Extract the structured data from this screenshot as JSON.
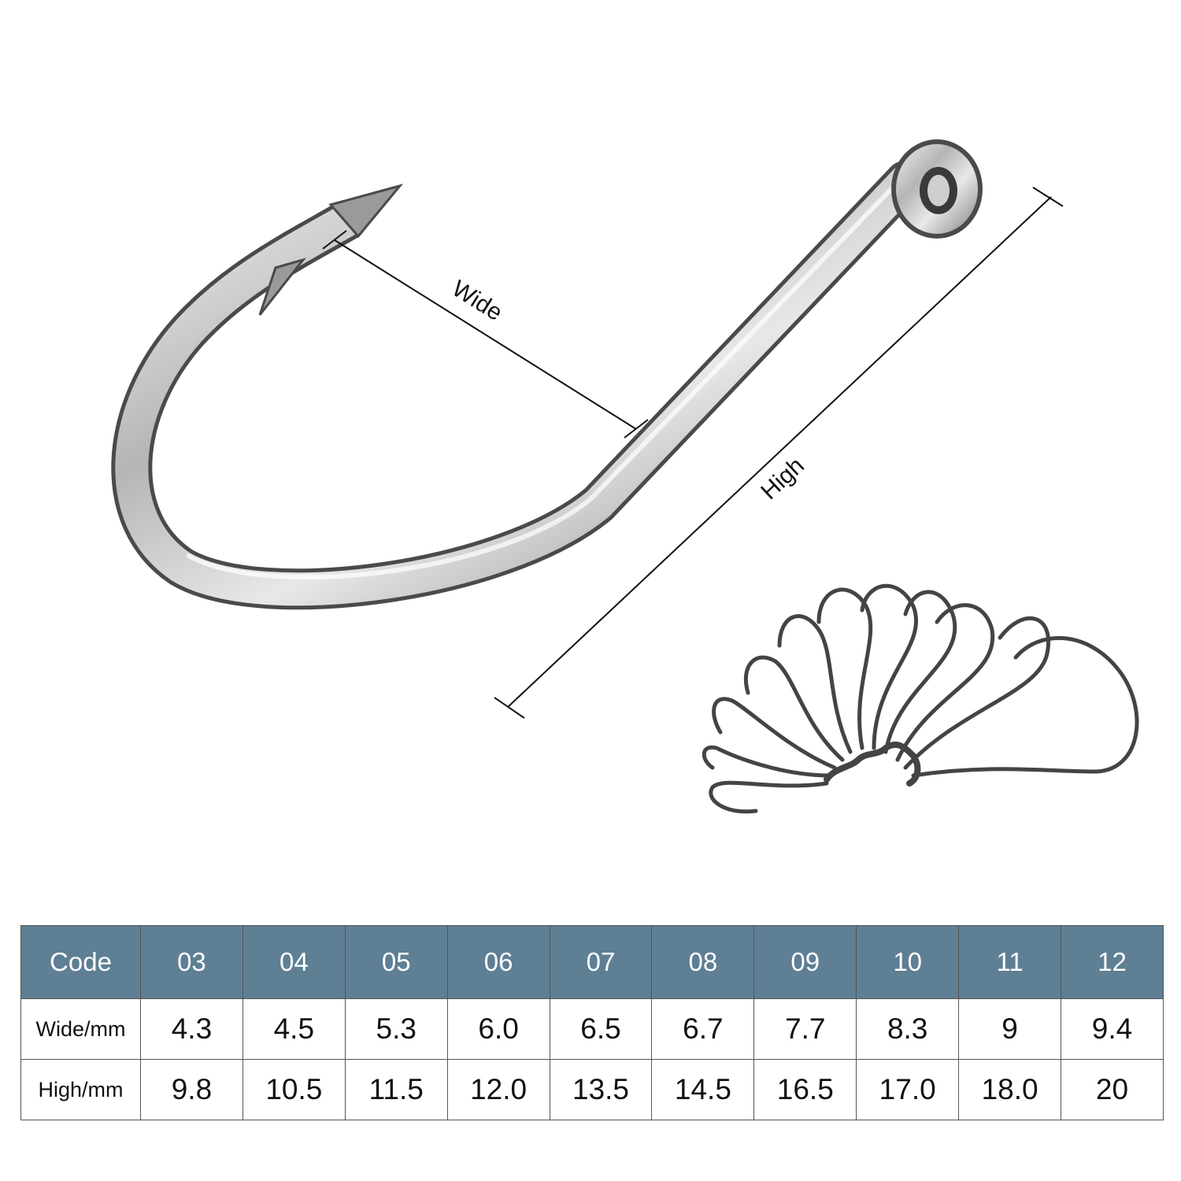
{
  "dimension_labels": {
    "wide": "Wide",
    "high": "High"
  },
  "table": {
    "header": [
      "Code",
      "03",
      "04",
      "05",
      "06",
      "07",
      "08",
      "09",
      "10",
      "11",
      "12"
    ],
    "rows": [
      {
        "label": "Wide/mm",
        "values": [
          "4.3",
          "4.5",
          "5.3",
          "6.0",
          "6.5",
          "6.7",
          "7.7",
          "8.3",
          "9",
          "9.4"
        ]
      },
      {
        "label": "High/mm",
        "values": [
          "9.8",
          "10.5",
          "11.5",
          "12.0",
          "13.5",
          "14.5",
          "16.5",
          "17.0",
          "18.0",
          "20"
        ]
      }
    ]
  },
  "colors": {
    "header_bg": "#5e7f94",
    "header_text": "#ffffff",
    "border": "#555555"
  }
}
